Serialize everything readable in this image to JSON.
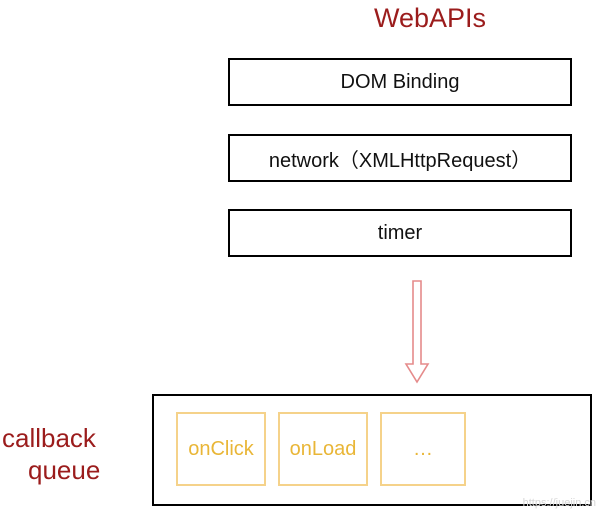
{
  "title": "WebAPIs",
  "web_apis": [
    {
      "label": "DOM Binding"
    },
    {
      "label": "network（XMLHttpRequest）"
    },
    {
      "label": "timer"
    }
  ],
  "callback_queue": {
    "label_line1": "callback",
    "label_line2": "queue",
    "items": [
      {
        "label": "onClick"
      },
      {
        "label": "onLoad"
      },
      {
        "label": "…"
      }
    ]
  },
  "watermark": "https://juejin.cn",
  "colors": {
    "title": "#9b1c1c",
    "queue_label": "#9b1c1c",
    "box_border": "#000000",
    "item_border": "#f5d28a",
    "item_text": "#e9b637",
    "arrow": "#e58b8b"
  }
}
